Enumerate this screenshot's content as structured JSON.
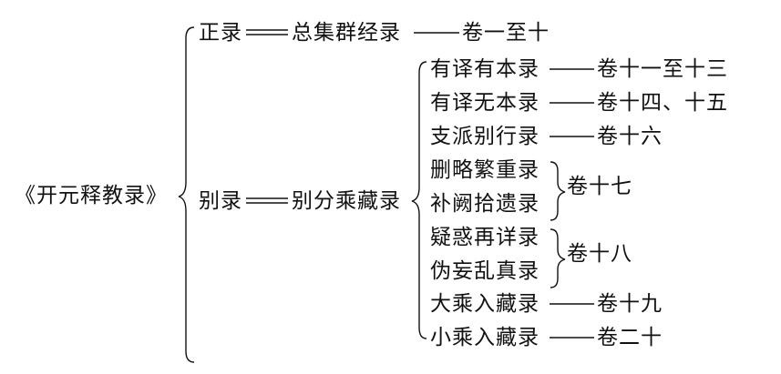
{
  "root": "《开元释教录》",
  "main_branches": [
    {
      "name": "正录",
      "subtitle": "总集群经录",
      "volumes": "卷一至十"
    },
    {
      "name": "别录",
      "subtitle": "别分乘藏录"
    }
  ],
  "sub_items": [
    {
      "name": "有译有本录",
      "volumes": "卷十一至十三"
    },
    {
      "name": "有译无本录",
      "volumes": "卷十四、十五"
    },
    {
      "name": "支派别行录",
      "volumes": "卷十六"
    },
    {
      "name": "删略繁重录"
    },
    {
      "name": "补阙拾遗录"
    },
    {
      "name": "疑惑再详录"
    },
    {
      "name": "伪妄乱真录"
    },
    {
      "name": "大乘入藏录",
      "volumes": "卷十九"
    },
    {
      "name": "小乘入藏录",
      "volumes": "卷二十"
    }
  ],
  "groups": [
    {
      "volumes": "卷十七"
    },
    {
      "volumes": "卷十八"
    }
  ]
}
